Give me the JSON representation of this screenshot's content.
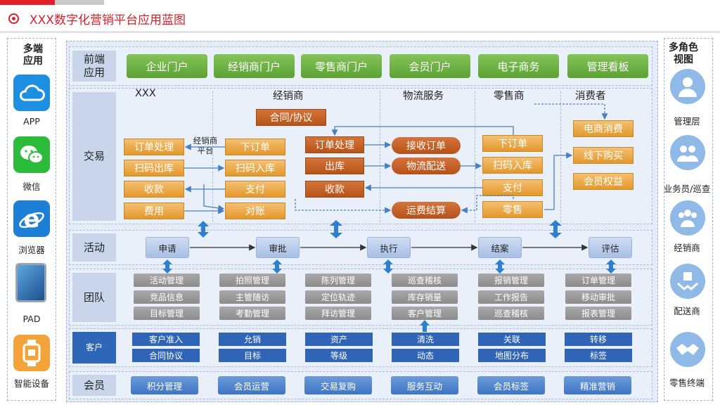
{
  "page": {
    "title": "XXX数字化营销平台应用蓝图"
  },
  "left_panel": {
    "title": "多端应用",
    "devices": [
      {
        "label": "APP",
        "icon": "cloud-app-icon"
      },
      {
        "label": "微信",
        "icon": "wechat-icon"
      },
      {
        "label": "浏览器",
        "icon": "browser-icon"
      },
      {
        "label": "PAD",
        "icon": "tablet-icon"
      },
      {
        "label": "智能设备",
        "icon": "smartwatch-icon"
      }
    ]
  },
  "right_panel": {
    "title": "多角色视图",
    "roles": [
      {
        "label": "管理层",
        "icon": "manager-icon"
      },
      {
        "label": "业务员/巡查",
        "icon": "sales-team-icon"
      },
      {
        "label": "经销商",
        "icon": "dealer-group-icon"
      },
      {
        "label": "配送商",
        "icon": "delivery-icon"
      },
      {
        "label": "零售终端",
        "icon": "handshake-icon"
      }
    ]
  },
  "rows": {
    "frontend": {
      "label": "前端应用",
      "portals": [
        "企业门户",
        "经销商门户",
        "零售商门户",
        "会员门户",
        "电子商务",
        "管理看板"
      ]
    },
    "trade": {
      "label": "交易",
      "headers": [
        "XXX",
        "经销商",
        "物流服务",
        "零售商",
        "消费者"
      ],
      "contract": "合同/协议",
      "note": "经销商平台",
      "xxx": [
        "订单处理",
        "扫码出库",
        "收款",
        "费用"
      ],
      "dealer_left": [
        "下订单",
        "扫码入库",
        "支付",
        "对账"
      ],
      "dealer_right": [
        "订单处理",
        "出库",
        "收款"
      ],
      "logistics": [
        "接收订单",
        "物流配送",
        "运费结算"
      ],
      "retailer": [
        "下订单",
        "扫码入库",
        "支付",
        "零售"
      ],
      "consumer": [
        "电商消费",
        "线下购买",
        "会员权益"
      ]
    },
    "activity": {
      "label": "活动",
      "steps": [
        "申请",
        "审批",
        "执行",
        "结案",
        "评估"
      ]
    },
    "team": {
      "label": "团队",
      "columns": [
        [
          "活动管理",
          "竞品信息",
          "目标管理"
        ],
        [
          "拍照管理",
          "主管随访",
          "考勤管理"
        ],
        [
          "陈列管理",
          "定位轨迹",
          "拜访管理"
        ],
        [
          "巡查稽核",
          "库存销量",
          "客户管理"
        ],
        [
          "报销管理",
          "工作报告",
          "巡查稽核"
        ],
        [
          "订单管理",
          "移动审批",
          "报表管理"
        ]
      ]
    },
    "customer": {
      "label": "客户",
      "columns": [
        [
          "客户准入",
          "合同协议"
        ],
        [
          "允销",
          "目标"
        ],
        [
          "资产",
          "等级"
        ],
        [
          "清洗",
          "动态"
        ],
        [
          "关联",
          "地图分布"
        ],
        [
          "转移",
          "标签"
        ]
      ]
    },
    "member": {
      "label": "会员",
      "items": [
        "积分管理",
        "会员运营",
        "交易复购",
        "服务互动",
        "会员标签",
        "精准营销"
      ]
    }
  },
  "colors": {
    "accent": "#d6202a",
    "portal_green": "#5aa232",
    "orange": "#e3982a",
    "dark_orange": "#b65418",
    "blue": "#2f64b6",
    "grey": "#8c8c8c"
  }
}
